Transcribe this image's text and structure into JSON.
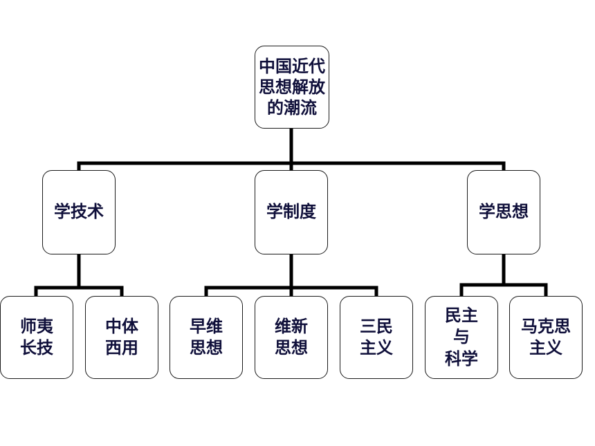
{
  "root": {
    "label": "中国近代\n思想解放\n的潮流"
  },
  "branches": [
    {
      "label": "学技术",
      "children": [
        "师夷\n长技",
        "中体\n西用"
      ]
    },
    {
      "label": "学制度",
      "children": [
        "早维\n思想",
        "维新\n思想",
        "三民\n主义"
      ]
    },
    {
      "label": "学思想",
      "children": [
        "民主\n与\n科学",
        "马克思\n主义"
      ]
    }
  ]
}
